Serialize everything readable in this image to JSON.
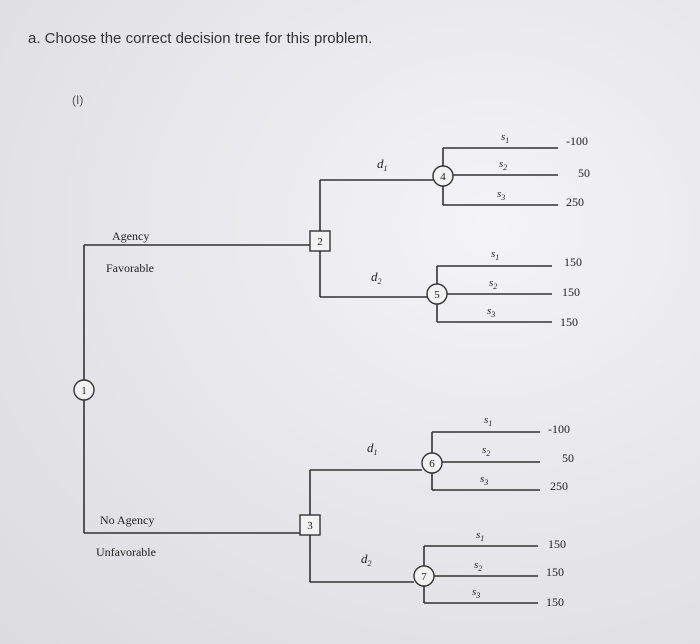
{
  "question": "a. Choose the correct decision tree for this problem.",
  "part_label": "(I)",
  "root_node": "1",
  "branches": [
    {
      "label_line1": "Agency",
      "label_line2": "Favorable",
      "decision_node": "2",
      "decisions": [
        {
          "label": "d",
          "sub": "1",
          "chance_node": "4",
          "states": [
            {
              "label": "s",
              "sub": "1",
              "payoff": "-100"
            },
            {
              "label": "s",
              "sub": "2",
              "payoff": "50"
            },
            {
              "label": "s",
              "sub": "3",
              "payoff": "250"
            }
          ]
        },
        {
          "label": "d",
          "sub": "2",
          "chance_node": "5",
          "states": [
            {
              "label": "s",
              "sub": "1",
              "payoff": "150"
            },
            {
              "label": "s",
              "sub": "2",
              "payoff": "150"
            },
            {
              "label": "s",
              "sub": "3",
              "payoff": "150"
            }
          ]
        }
      ]
    },
    {
      "label_line1": "No Agency",
      "label_line2": "Unfavorable",
      "decision_node": "3",
      "decisions": [
        {
          "label": "d",
          "sub": "1",
          "chance_node": "6",
          "states": [
            {
              "label": "s",
              "sub": "1",
              "payoff": "-100"
            },
            {
              "label": "s",
              "sub": "2",
              "payoff": "50"
            },
            {
              "label": "s",
              "sub": "3",
              "payoff": "250"
            }
          ]
        },
        {
          "label": "d",
          "sub": "2",
          "chance_node": "7",
          "states": [
            {
              "label": "s",
              "sub": "1",
              "payoff": "150"
            },
            {
              "label": "s",
              "sub": "2",
              "payoff": "150"
            },
            {
              "label": "s",
              "sub": "3",
              "payoff": "150"
            }
          ]
        }
      ]
    }
  ]
}
